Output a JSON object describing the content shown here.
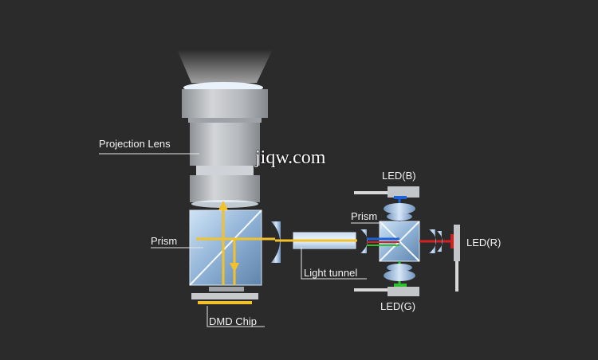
{
  "labels": {
    "projection_lens": "Projection Lens",
    "prism_left": "Prism",
    "light_tunnel": "Light tunnel",
    "dmd_chip": "DMD Chip",
    "prism_right": "Prism",
    "led_blue": "LED(B)",
    "led_red": "LED(R)",
    "led_green": "LED(G)"
  },
  "watermark": "jiqw.com",
  "colors": {
    "background": "#2b2b2b",
    "lens_body": "#b9bcc0",
    "led_blue": "#1e63d6",
    "led_red": "#d62020",
    "led_green": "#2fbf2f",
    "light_beam": "#f3c12a"
  }
}
